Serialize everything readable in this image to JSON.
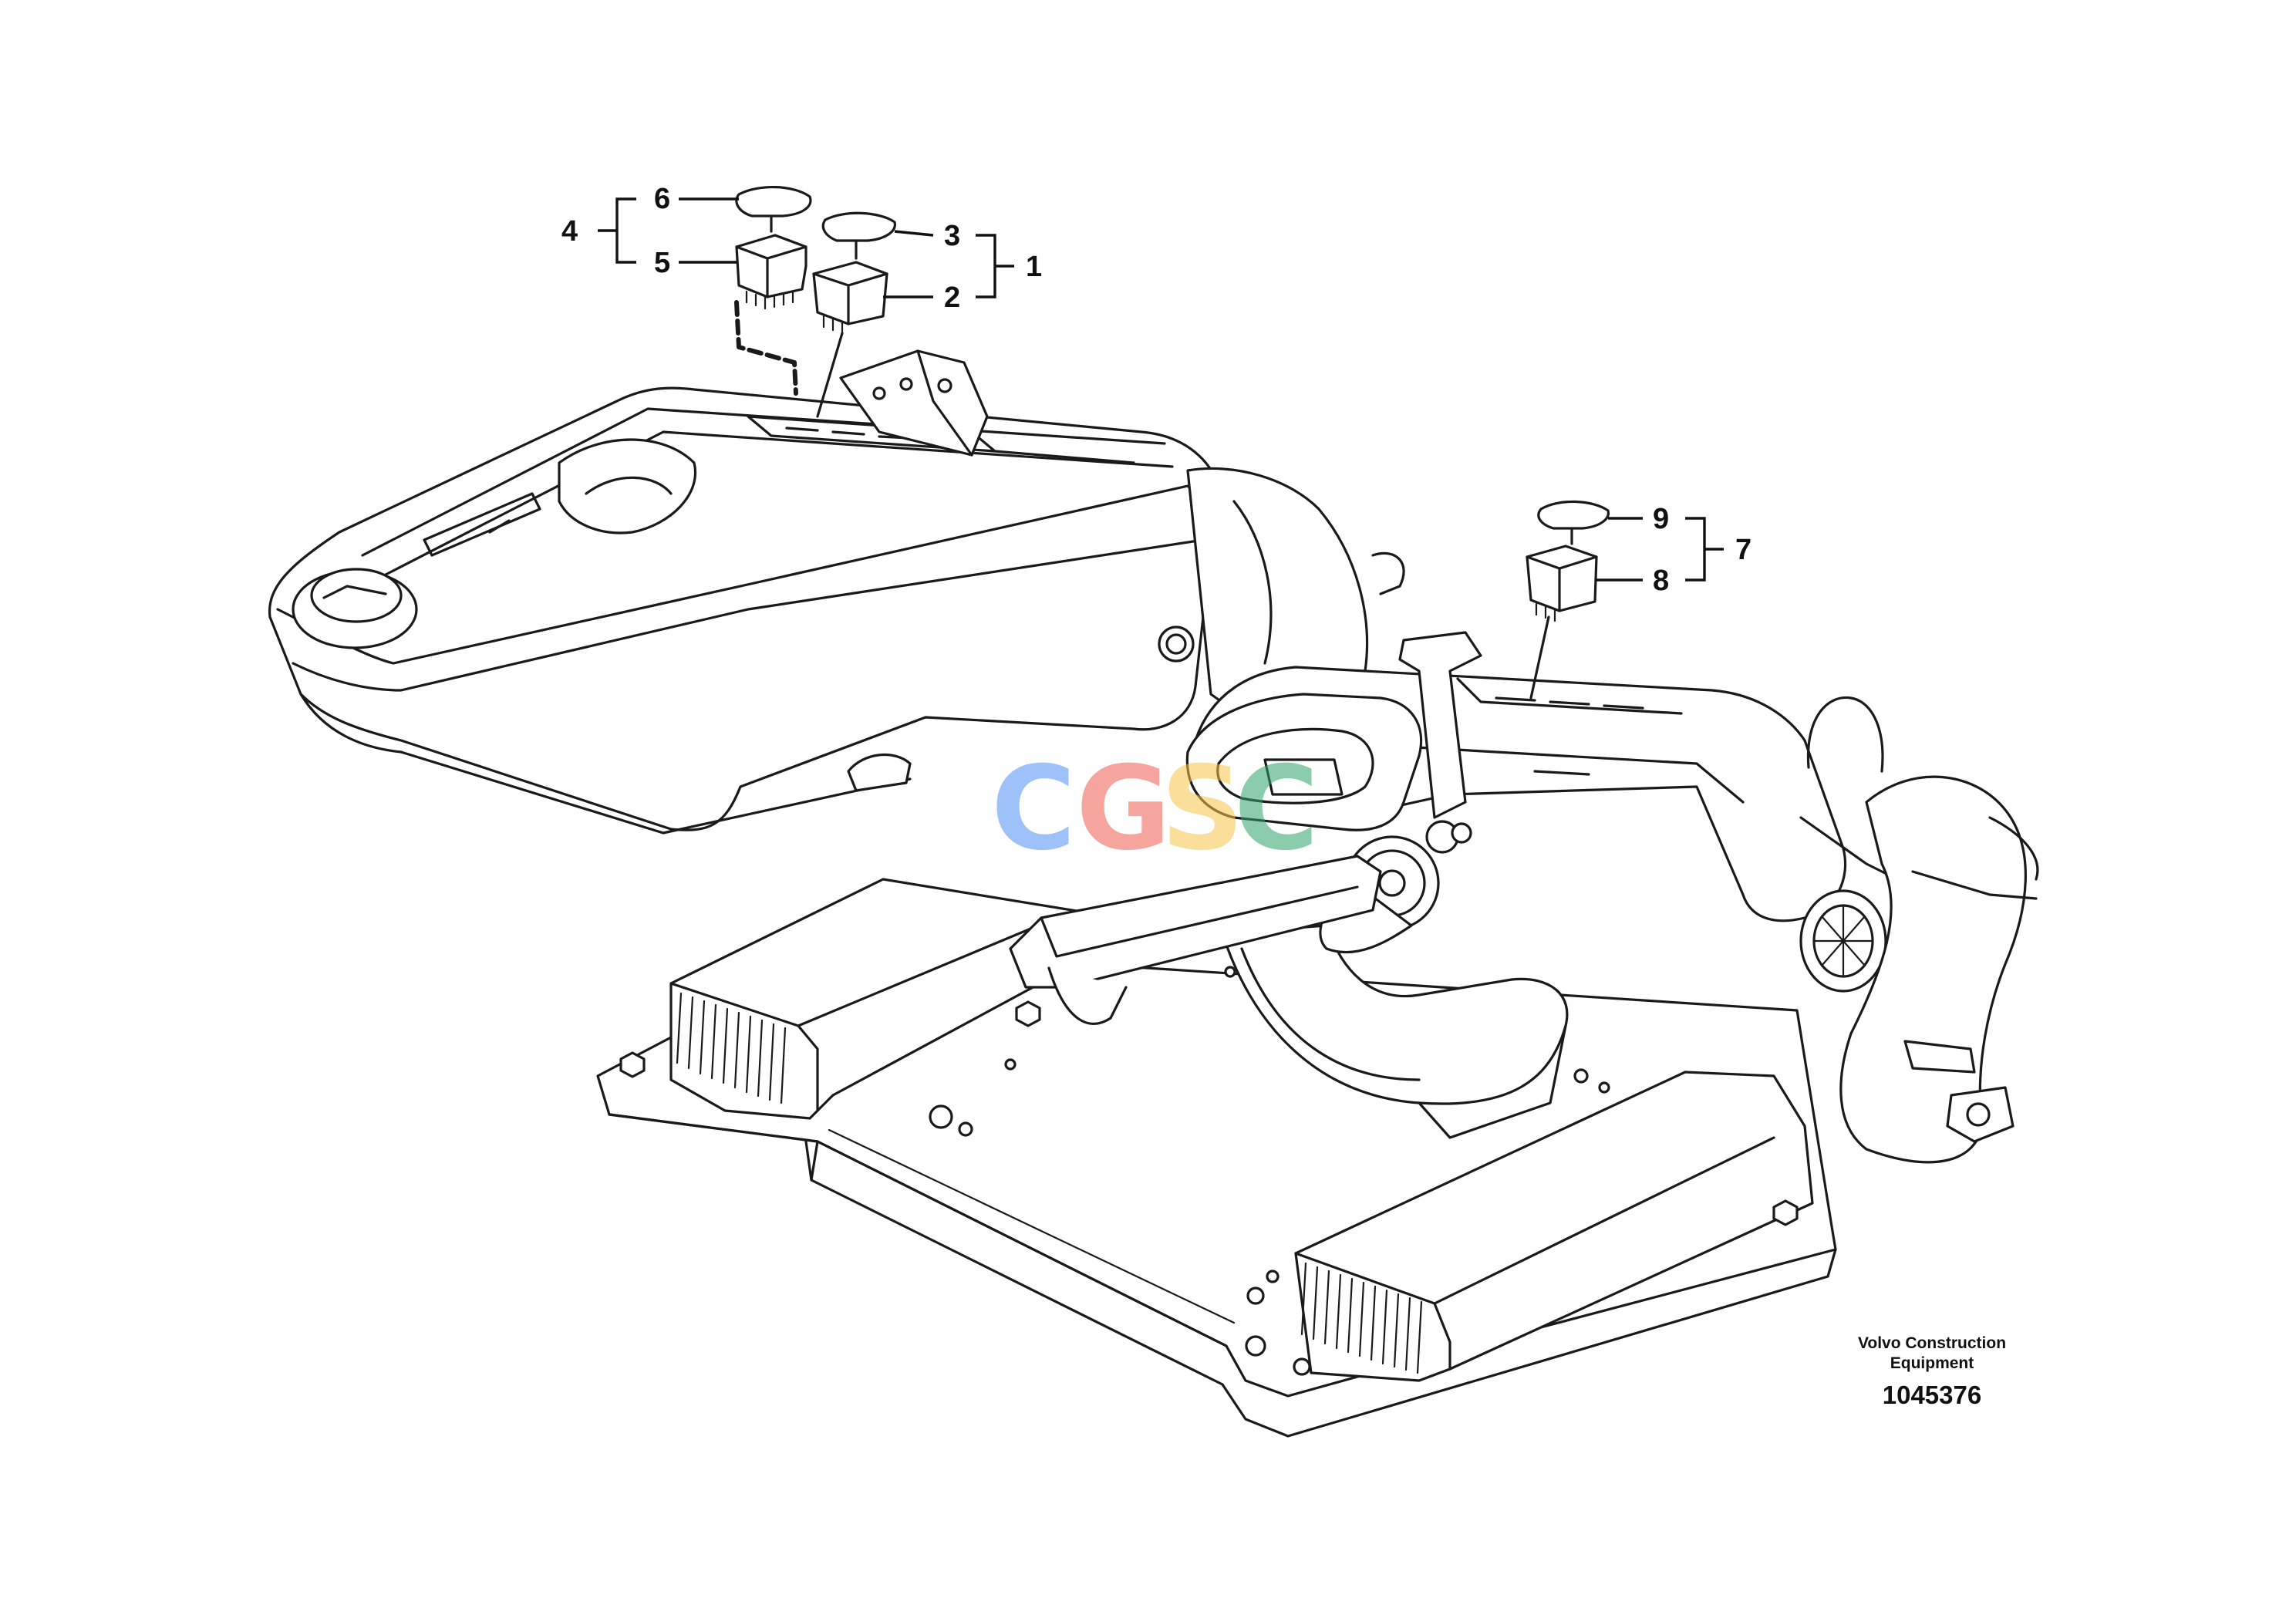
{
  "callouts": {
    "c1": "1",
    "c2": "2",
    "c3": "3",
    "c4": "4",
    "c5": "5",
    "c6": "6",
    "c7": "7",
    "c8": "8",
    "c9": "9"
  },
  "watermark": {
    "letters": [
      "C",
      "G",
      "S",
      "C"
    ],
    "colors": [
      "#4f8ff7",
      "#ee5a50",
      "#f6c64a",
      "#2ea46a"
    ]
  },
  "footer": {
    "maker_line1": "Volvo Construction",
    "maker_line2": "Equipment",
    "drawing_number": "1045376"
  }
}
